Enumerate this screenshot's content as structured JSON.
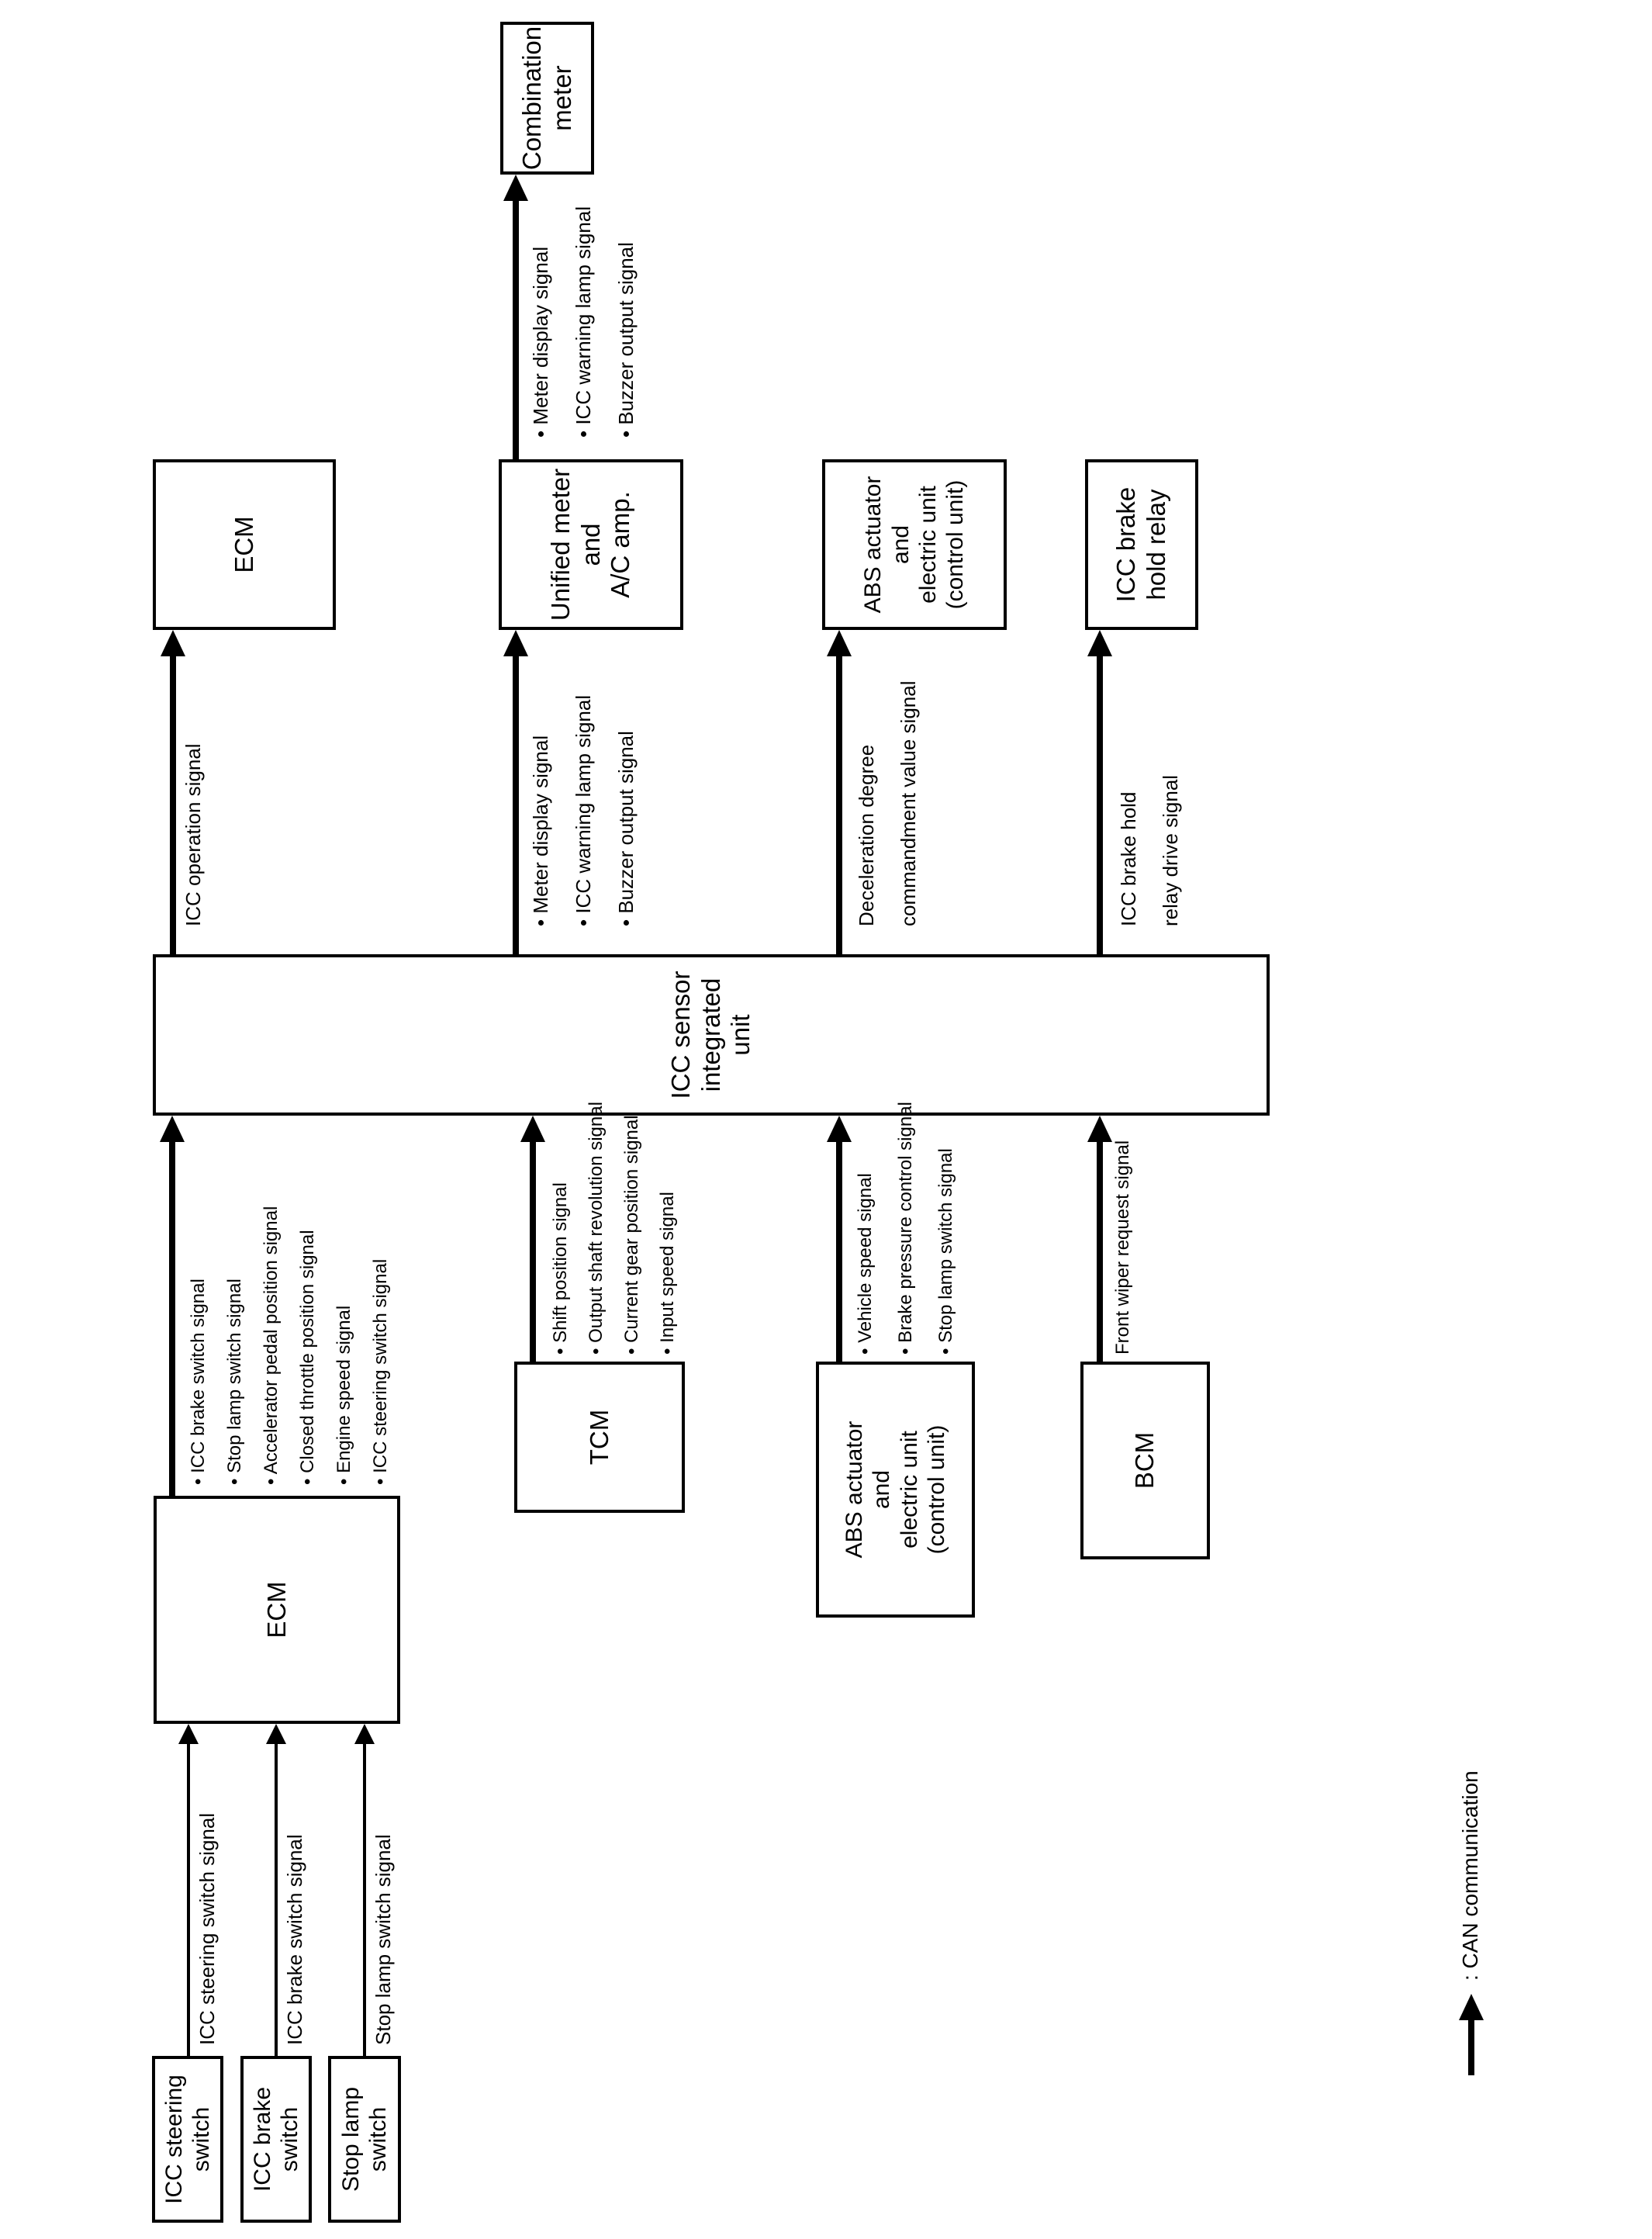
{
  "nodes": {
    "icc_steering_switch": "ICC steering\nswitch",
    "icc_brake_switch": "ICC brake\nswitch",
    "stop_lamp_switch": "Stop lamp\nswitch",
    "ecm_source": "ECM",
    "tcm": "TCM",
    "abs_source": "ABS actuator\nand\nelectric unit\n(control unit)",
    "bcm": "BCM",
    "icc_sensor_unit": "ICC sensor\nintegrated\nunit",
    "ecm_dest": "ECM",
    "unified_meter": "Unified meter\nand\nA/C amp.",
    "abs_dest": "ABS actuator\nand\nelectric unit\n(control unit)",
    "icc_brake_hold_relay": "ICC brake\nhold relay",
    "combination_meter": "Combination\nmeter"
  },
  "signals": {
    "steering_to_ecm": "ICC steering switch signal",
    "brake_to_ecm": "ICC brake switch signal",
    "stoplamp_to_ecm": "Stop lamp switch signal",
    "ecm_to_sensor": "• ICC brake switch signal\n• Stop lamp switch signal\n• Accelerator pedal position signal\n• Closed throttle position signal\n• Engine speed signal\n• ICC steering switch signal",
    "tcm_to_sensor": "• Shift position signal\n• Output shaft revolution signal\n• Current gear position signal\n• Input speed signal",
    "abs_to_sensor": "• Vehicle speed signal\n• Brake pressure control signal\n• Stop lamp switch signal",
    "bcm_to_sensor": "Front wiper request signal",
    "sensor_to_ecm": "ICC operation signal",
    "sensor_to_meter": "• Meter display signal\n• ICC warning lamp signal\n• Buzzer output signal",
    "meter_to_combination": "• Meter display signal\n• ICC warning lamp signal\n• Buzzer output signal",
    "sensor_to_abs": "Deceleration degree\ncommandment value signal",
    "sensor_to_relay": "ICC brake hold\nrelay drive signal"
  },
  "legend": {
    "can_label": ": CAN communication"
  }
}
